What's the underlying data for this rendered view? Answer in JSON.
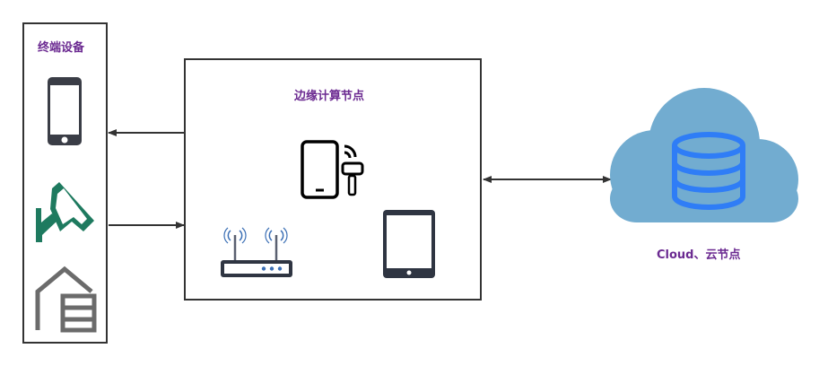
{
  "terminal": {
    "title": "终端设备"
  },
  "edge": {
    "title": "边缘计算节点"
  },
  "cloud": {
    "label": "Cloud、云节点"
  },
  "colors": {
    "label_purple": "#6b2a91",
    "cloud_blue": "#72acd0",
    "database_blue": "#2f7df6",
    "camera_green": "#1e7a5f",
    "house_gray": "#6b6b6b",
    "device_dark": "#2f3542",
    "wifi_blue": "#3b6fb5"
  },
  "icons": [
    "smartphone-icon",
    "camera-icon",
    "smart-home-icon",
    "phone-remote-icon",
    "router-icon",
    "tablet-icon",
    "cloud-icon",
    "database-icon"
  ]
}
